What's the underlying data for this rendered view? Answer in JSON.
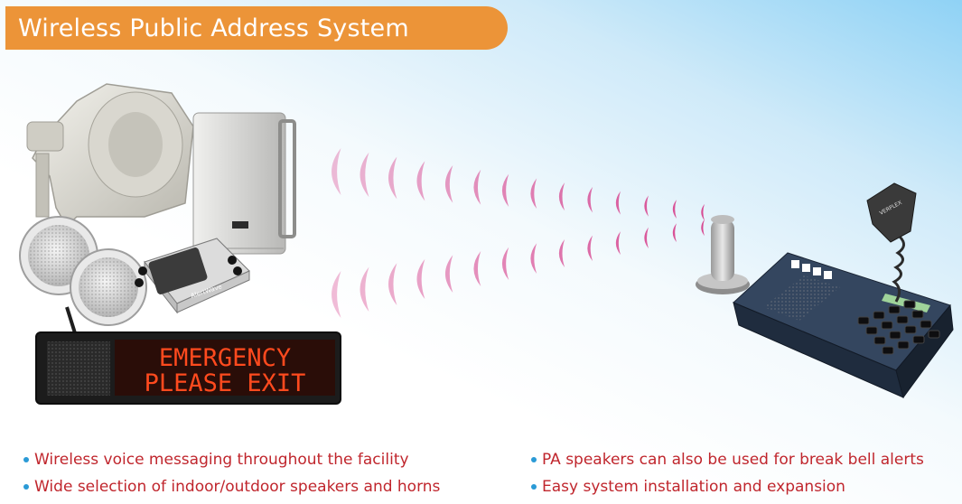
{
  "banner": {
    "title": "Wireless Public Address System"
  },
  "sign": {
    "line1": "EMERGENCY",
    "line2": "PLEASE EXIT"
  },
  "console": {
    "brand": "VERPLEX"
  },
  "module": {
    "brand": "AlertWave"
  },
  "bullets_left": [
    "Wireless voice messaging throughout the facility",
    "Wide selection of indoor/outdoor speakers and horns"
  ],
  "bullets_right": [
    "PA speakers can also be used for break bell alerts",
    "Easy system installation and expansion"
  ],
  "colors": {
    "banner": "#ec9438",
    "text": "#c0262d",
    "bullet": "#2a9ad6",
    "wave": "#d6408c",
    "led": "#ff4a1e"
  }
}
